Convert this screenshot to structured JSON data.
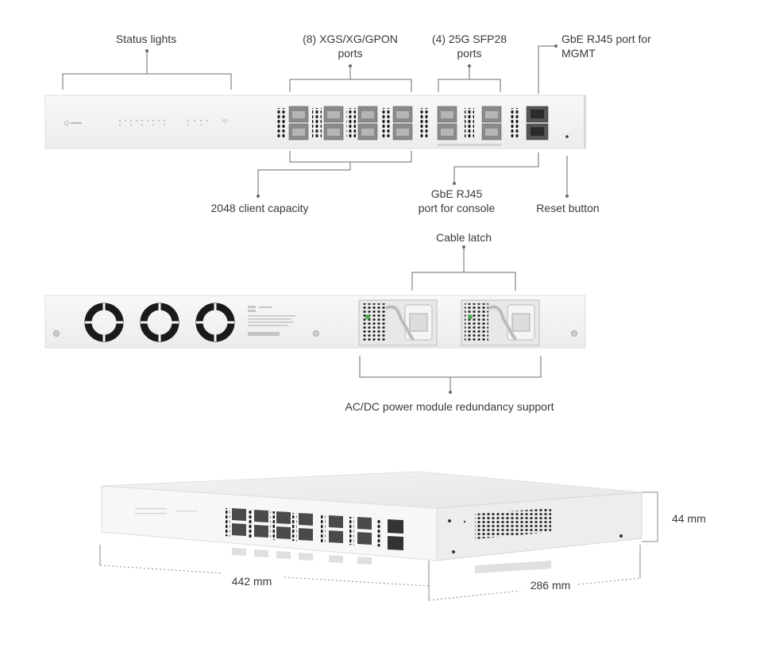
{
  "front_panel": {
    "callouts": {
      "status_lights": "Status lights",
      "xgs_ports_line1": "(8) XGS/XG/GPON",
      "xgs_ports_line2": "ports",
      "sfp28_line1": "(4) 25G SFP28",
      "sfp28_line2": "ports",
      "mgmt_line1": "GbE RJ45 port for",
      "mgmt_line2": "MGMT",
      "client_capacity": "2048 client capacity",
      "console_line1": "GbE RJ45",
      "console_line2": "port for console",
      "reset_button": "Reset button"
    }
  },
  "rear_panel": {
    "callouts": {
      "cable_latch": "Cable latch",
      "power_redundancy": "AC/DC power module redundancy support"
    }
  },
  "dimensions": {
    "height": "44 mm",
    "width": "442 mm",
    "depth": "286 mm"
  },
  "colors": {
    "chassis": "#f4f4f4",
    "leader_line": "#6b6b6b",
    "fan": "#1a1a1a",
    "label": "#3a3a3a"
  }
}
